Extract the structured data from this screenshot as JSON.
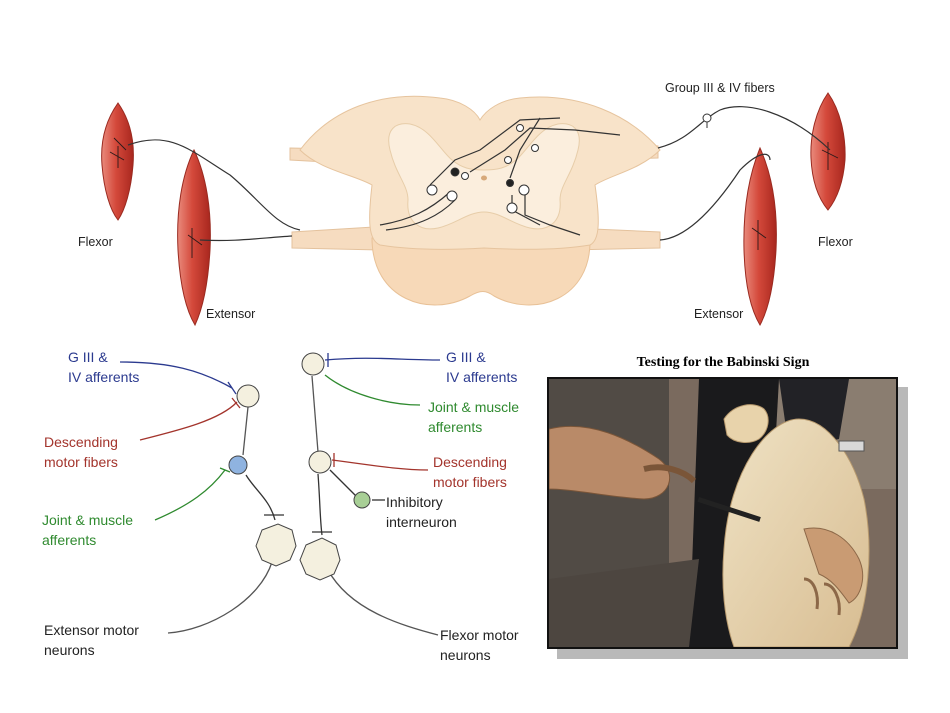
{
  "top_labels": {
    "flexor_left": "Flexor",
    "extensor_left": "Extensor",
    "flexor_right": "Flexor",
    "extensor_right": "Extensor",
    "group_fibers": "Group III & IV fibers"
  },
  "circuit_left": {
    "g3_line1": "G III &",
    "g3_line2": "IV afferents",
    "desc_line1": "Descending",
    "desc_line2": "motor fibers",
    "joint_line1": "Joint & muscle",
    "joint_line2": "afferents",
    "ext_line1": "Extensor motor",
    "ext_line2": "neurons"
  },
  "circuit_right": {
    "g3_line1": "G III &",
    "g3_line2": "IV afferents",
    "joint_line1": "Joint & muscle",
    "joint_line2": "afferents",
    "desc_line1": "Descending",
    "desc_line2": "motor fibers",
    "inhib_line1": "Inhibitory",
    "inhib_line2": "interneuron",
    "flex_line1": "Flexor motor",
    "flex_line2": "neurons"
  },
  "photo": {
    "title": "Testing for the Babinski Sign"
  },
  "colors": {
    "afferent_blue": "#2b3a8f",
    "descending_red": "#a3342c",
    "joint_green": "#2f8a2f",
    "muscle_red": "#c8463a",
    "cord_tissue": "#f6dcc0"
  }
}
